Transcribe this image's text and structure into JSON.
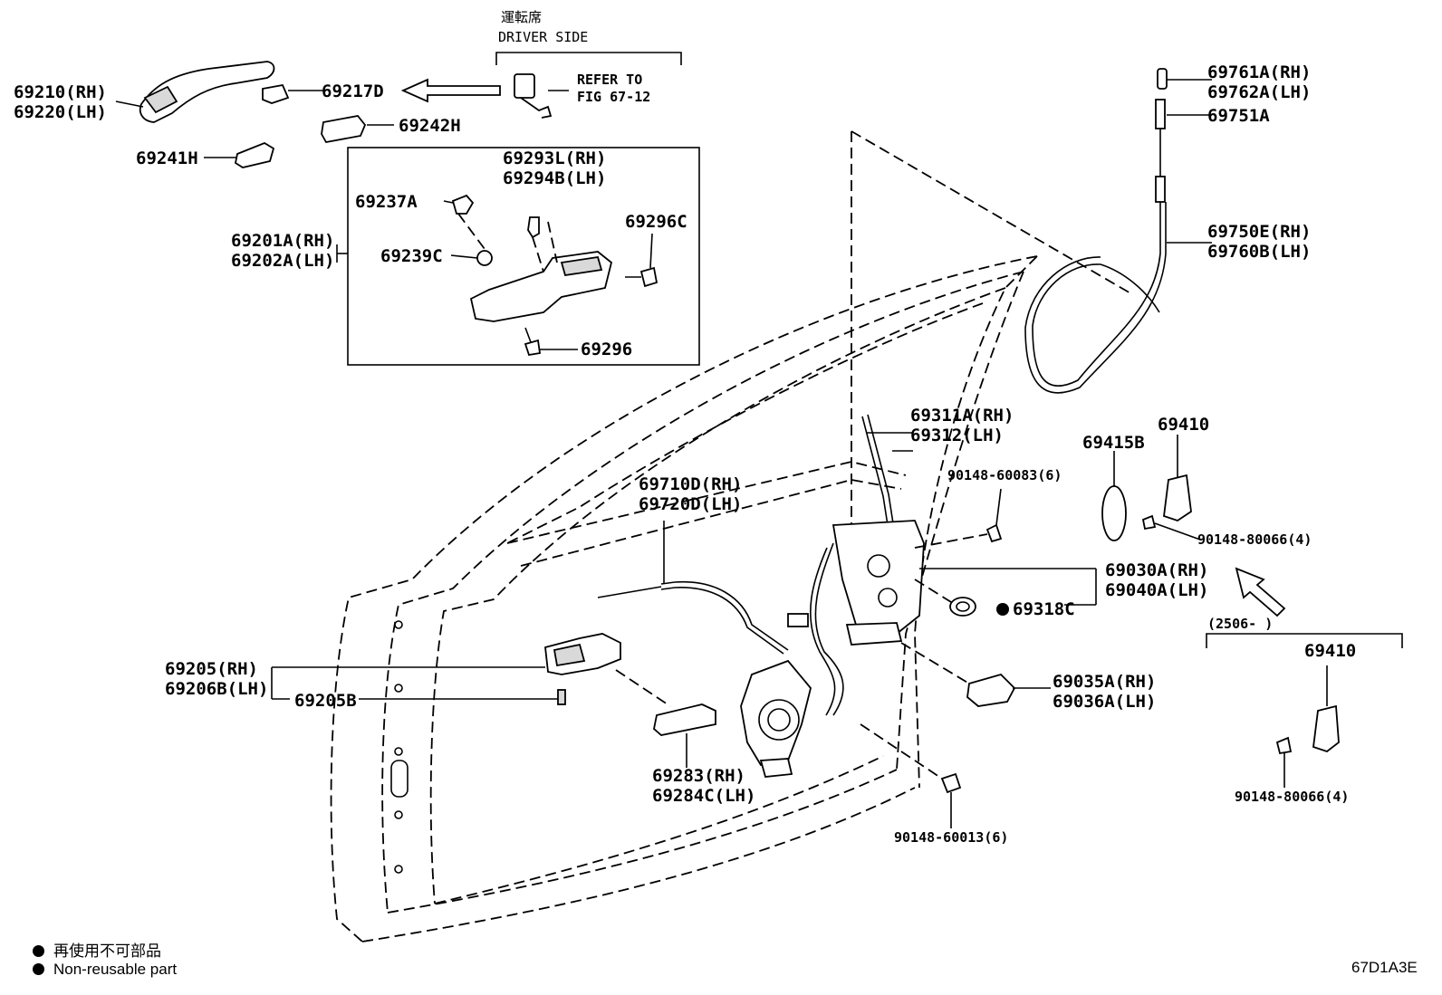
{
  "header": {
    "driver_side_jp": "運転席",
    "driver_side_en": "DRIVER SIDE",
    "refer_line1": "REFER TO",
    "refer_line2": "FIG 67-12"
  },
  "parts": {
    "p69210": "69210(RH)",
    "p69220": "69220(LH)",
    "p69217D": "69217D",
    "p69242H": "69242H",
    "p69241H": "69241H",
    "p69293L": "69293L(RH)",
    "p69294B": "69294B(LH)",
    "p69237A": "69237A",
    "p69296C": "69296C",
    "p69201A": "69201A(RH)",
    "p69202A": "69202A(LH)",
    "p69239C": "69239C",
    "p69296": "69296",
    "p69761A": "69761A(RH)",
    "p69762A": "69762A(LH)",
    "p69751A": "69751A",
    "p69750E": "69750E(RH)",
    "p69760B": "69760B(LH)",
    "p69311A": "69311A(RH)",
    "p69312": "69312(LH)",
    "p69410": "69410",
    "p69415B": "69415B",
    "p90148_60083": "90148-60083(6)",
    "p90148_80066a": "90148-80066(4)",
    "p69710D": "69710D(RH)",
    "p69720D": "69720D(LH)",
    "p69030A": "69030A(RH)",
    "p69040A": "69040A(LH)",
    "p69318C": "69318C",
    "p2506": "(2506-    )",
    "p69410b": "69410",
    "p69205": "69205(RH)",
    "p69206B": "69206B(LH)",
    "p69205B": "69205B",
    "p69035A": "69035A(RH)",
    "p69036A": "69036A(LH)",
    "p69283": "69283(RH)",
    "p69284C": "69284C(LH)",
    "p90148_60013": "90148-60013(6)",
    "p90148_80066b": "90148-80066(4)"
  },
  "legend": {
    "jp": "再使用不可部品",
    "en": "Non-reusable part"
  },
  "figure_code": "67D1A3E"
}
